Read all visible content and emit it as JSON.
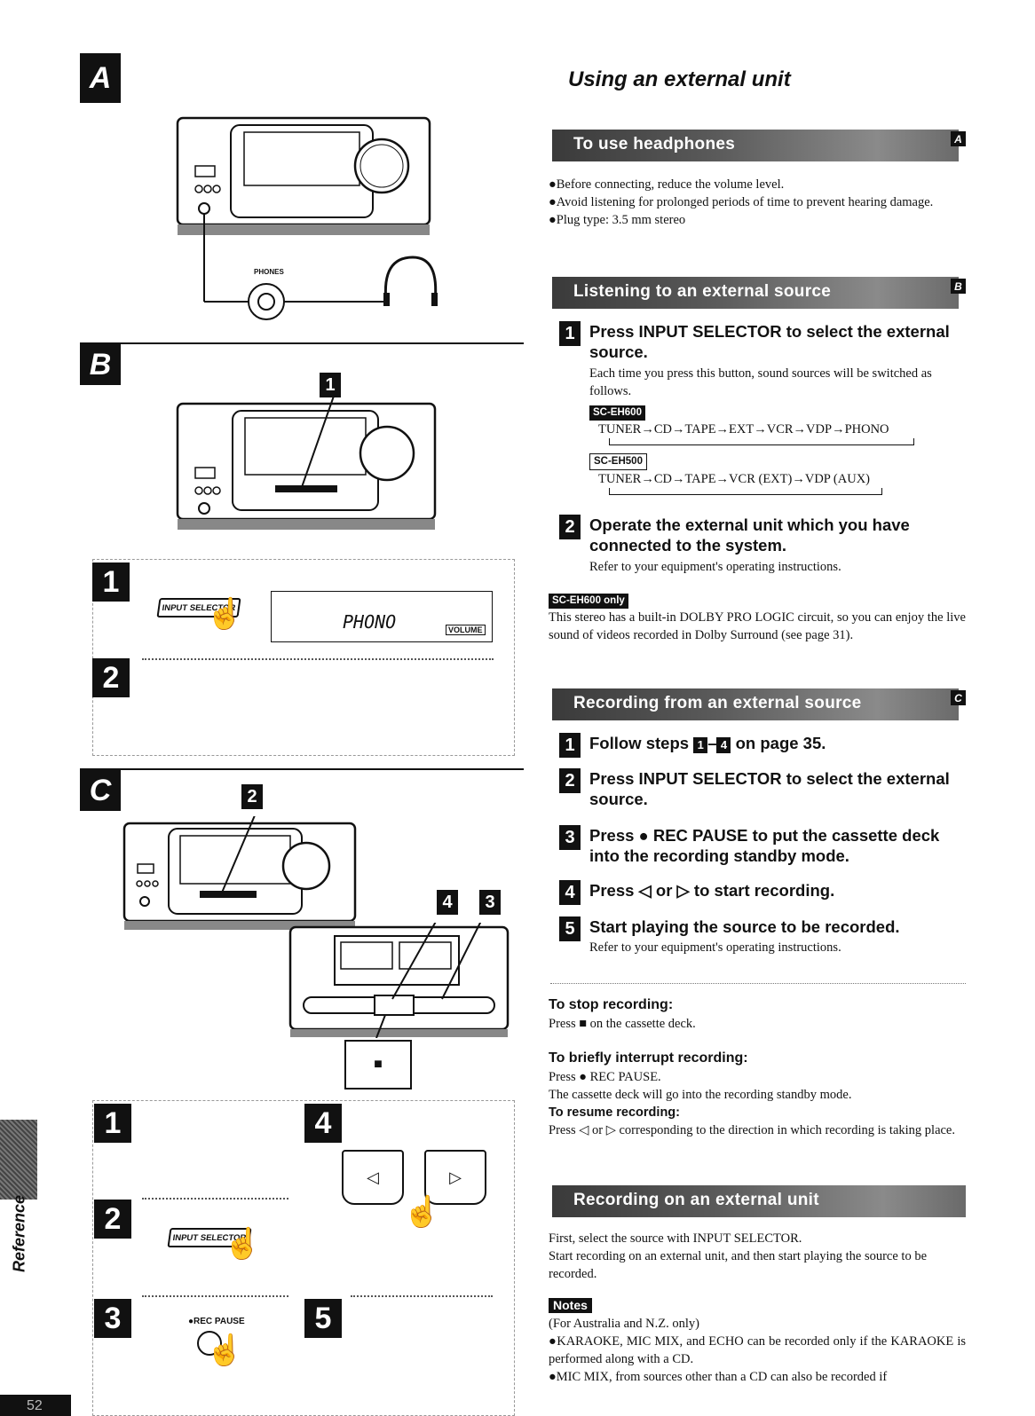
{
  "sections": {
    "a": "A",
    "b": "B",
    "c": "C"
  },
  "steps": {
    "s1": "1",
    "s2": "2",
    "s3": "3",
    "s4": "4",
    "s5": "5"
  },
  "illustration": {
    "phones_label": "PHONES",
    "input_selector_label": "INPUT SELECTOR",
    "display_text": "PHONO",
    "display_volume": "VOLUME",
    "rec_pause_label": "●REC PAUSE",
    "stop_symbol": "■",
    "left_arrow": "◁",
    "right_arrow": "▷"
  },
  "title": "Using an external unit",
  "headphones": {
    "banner": "To use headphones",
    "marker": "A",
    "bullets": [
      "●Before connecting, reduce the volume level.",
      "●Avoid listening for prolonged periods of time to prevent hearing damage.",
      "●Plug type: 3.5 mm stereo"
    ]
  },
  "listening": {
    "banner": "Listening to an external source",
    "marker": "B",
    "step1_head": "Press INPUT SELECTOR to select the external source.",
    "step1_body": "Each time you press this button, sound sources will be switched as follows.",
    "model1": "SC-EH600",
    "chain1": "TUNER→CD→TAPE→EXT→VCR→VDP→PHONO",
    "model2": "SC-EH500",
    "chain2": "TUNER→CD→TAPE→VCR (EXT)→VDP (AUX)",
    "step2_head": "Operate the external unit which you have connected to the system.",
    "step2_body": "Refer to your equipment's operating instructions.",
    "note_tag": "SC-EH600 only",
    "note_body": "This stereo has a built-in DOLBY PRO LOGIC circuit, so you can enjoy the live sound of videos recorded in Dolby Surround (see page 31)."
  },
  "recording": {
    "banner": "Recording from an external source",
    "marker": "C",
    "step1_pre": "Follow steps ",
    "step1_a": "1",
    "step1_dash": "–",
    "step1_b": "4",
    "step1_post": " on page 35.",
    "step2_head": "Press INPUT SELECTOR to select the external source.",
    "step3_head": "Press ● REC PAUSE to put the cassette deck into the recording standby mode.",
    "step4_head": "Press ◁ or ▷ to start recording.",
    "step5_head": "Start playing the source to be recorded.",
    "step5_body": "Refer to your equipment's operating instructions.",
    "stop_head": "To stop recording:",
    "stop_body": "Press ■ on the cassette deck.",
    "interrupt_head": "To briefly interrupt recording:",
    "interrupt_body1": "Press ● REC PAUSE.",
    "interrupt_body2": "The cassette deck will go into the recording standby mode.",
    "resume_head": "To resume recording:",
    "resume_body": "Press ◁ or ▷ corresponding to the direction in which recording is taking place."
  },
  "external_unit": {
    "banner": "Recording on an external unit",
    "body1": "First, select the source with INPUT SELECTOR.",
    "body2": "Start recording on an external unit, and then start playing the source to be recorded."
  },
  "notes": {
    "tag": "Notes",
    "line1": "(For Australia and N.Z. only)",
    "line2": "●KARAOKE, MIC MIX, and ECHO can be recorded only if the KARAOKE is performed along with a CD.",
    "line3": "●MIC MIX, from sources other than a CD can also be recorded if"
  },
  "side_tab": "Reference",
  "page_number": "52"
}
